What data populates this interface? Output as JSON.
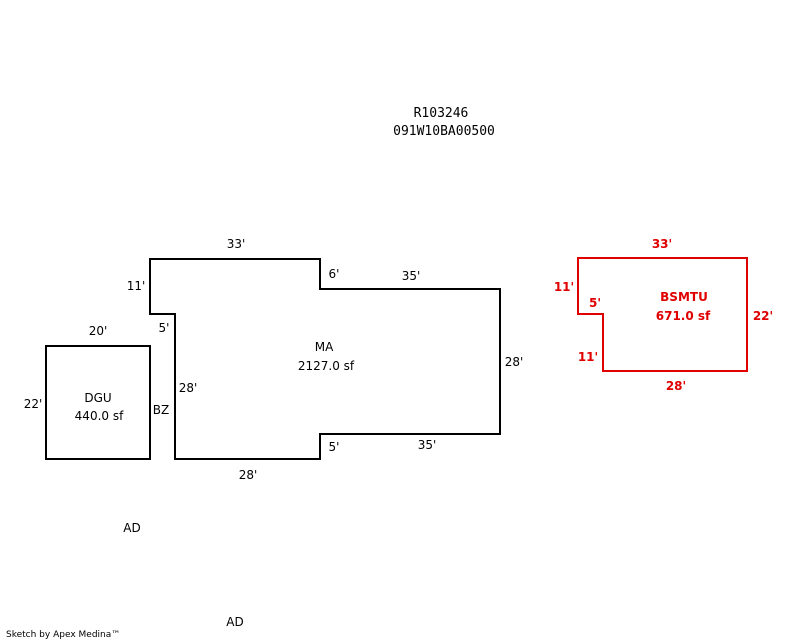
{
  "header": {
    "parcel_id": "R103246",
    "map_number": "091W10BA00500"
  },
  "colors": {
    "outline": "#000000",
    "basement": "#e00000"
  },
  "areas": {
    "main": {
      "code": "MA",
      "area": "2127.0 sf"
    },
    "garage": {
      "code": "DGU",
      "area": "440.0 sf"
    },
    "breezeway": {
      "code": "BZ"
    },
    "basement": {
      "code": "BSMTU",
      "area": "671.0 sf"
    }
  },
  "dimensions": {
    "main": {
      "top": "33'",
      "left_upper": "11'",
      "left_notch": "5'",
      "left_lower": "28'",
      "bottom_left": "28'",
      "step_top": "6'",
      "upper_right": "35'",
      "right": "28'",
      "step_bottom": "5'",
      "lower_right": "35'"
    },
    "garage": {
      "top": "20'",
      "left": "22'"
    },
    "basement": {
      "top": "33'",
      "left_upper": "11'",
      "notch": "5'",
      "left_lower": "11'",
      "right": "22'",
      "bottom": "28'"
    }
  },
  "annotations": {
    "ad_1": "AD",
    "ad_2": "AD"
  },
  "footer": {
    "credit": "Sketch by Apex Medina™"
  }
}
